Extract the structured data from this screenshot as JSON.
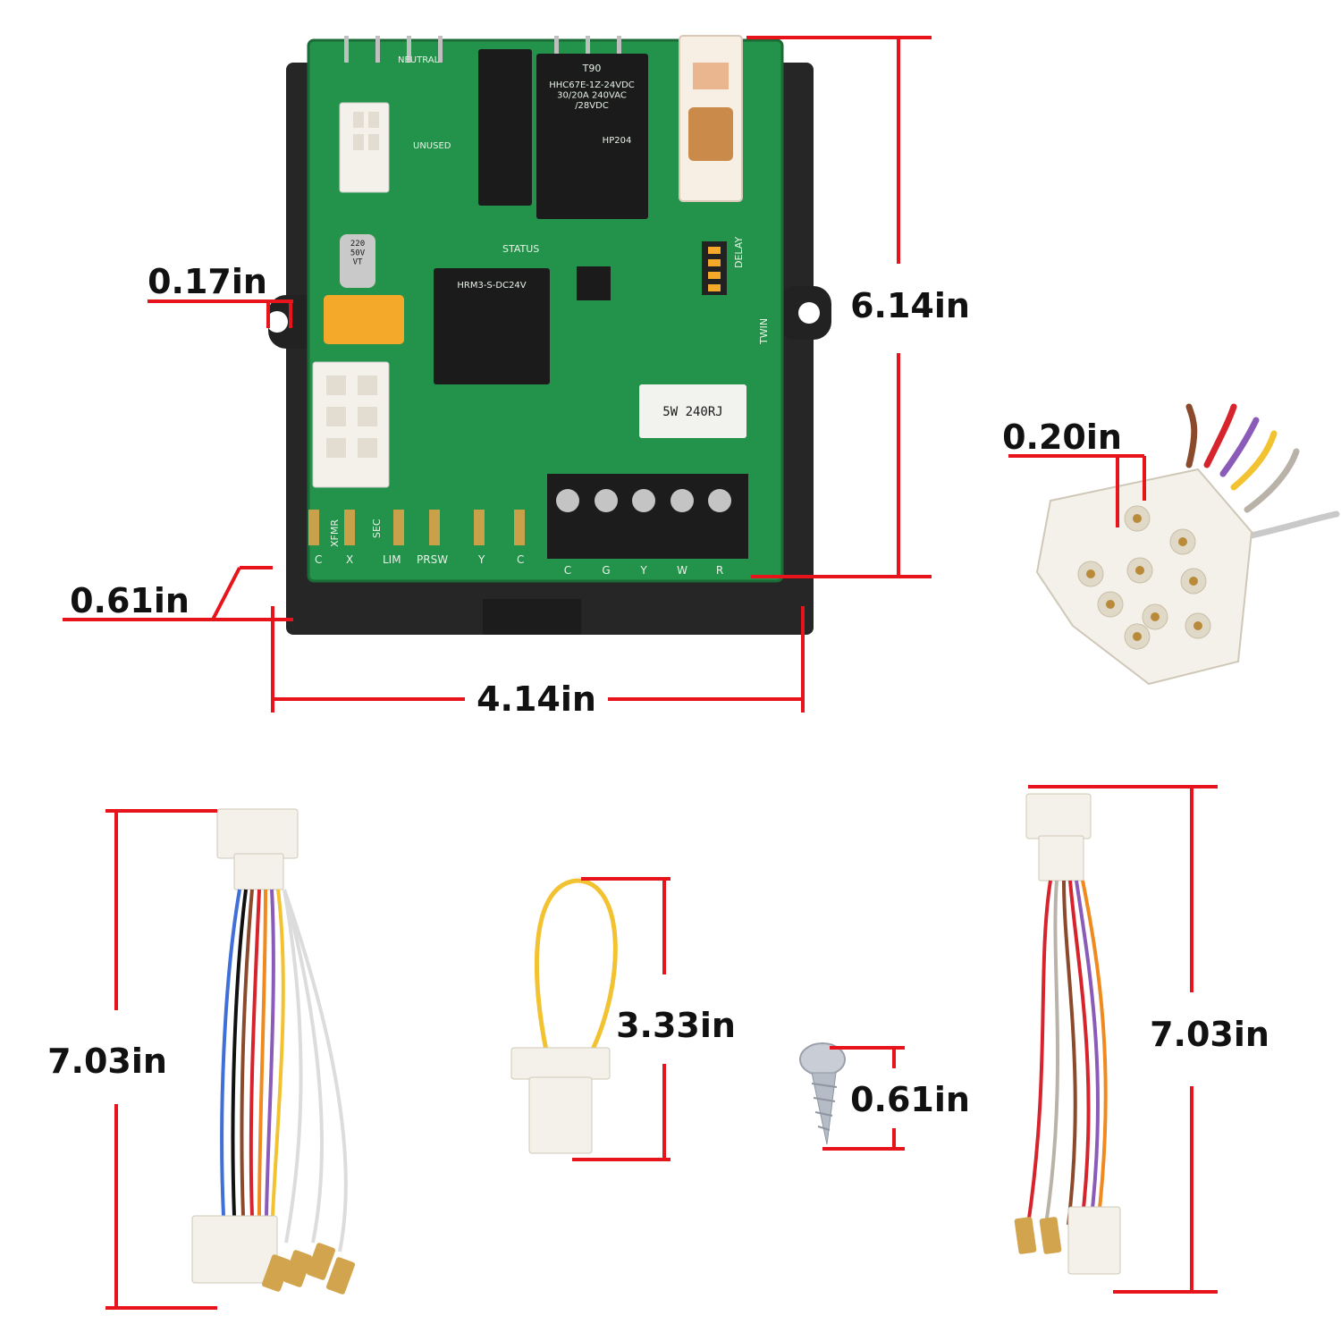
{
  "colors": {
    "dimension_line": "#e8141c",
    "pcb_green": "#23924a",
    "housing": "#2b2b2b",
    "connector": "#f4f1ea"
  },
  "board": {
    "silkscreen": {
      "neutral": "NEUTRAL",
      "unused": "UNUSED",
      "status": "STATUS",
      "delay": "DELAY",
      "twin": "TWIN",
      "capacitor": "220\n50V\nVT",
      "relay_big": "HHC67E-1Z-24VDC\n30/20A 240VAC\n/28VDC",
      "relay_big_code": "T90",
      "relay_big_hp": "HP204",
      "relay_mid": "HRM3-S-DC24V",
      "resistor_block": "5W 240RJ",
      "bottom_labels": [
        "C",
        "X",
        "XFMR",
        "SEC",
        "LIM",
        "PRSW",
        "Y",
        "C"
      ],
      "terminal_labels": [
        "C",
        "G",
        "Y",
        "W",
        "R"
      ]
    }
  },
  "dimensions": {
    "board_height": "6.14in",
    "board_width": "4.14in",
    "board_depth": "0.61in",
    "mount_hole": "0.17in",
    "pin_pitch": "0.20in",
    "harness_left": "7.03in",
    "jumper": "3.33in",
    "screw": "0.61in",
    "harness_right": "7.03in"
  }
}
